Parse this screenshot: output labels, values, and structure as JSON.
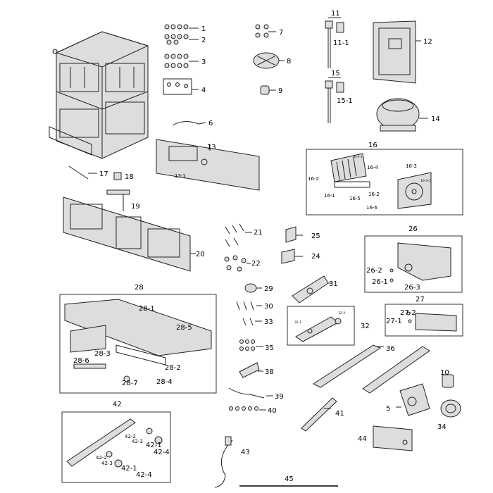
{
  "callouts": {
    "n1": "1",
    "n2": "2",
    "n3": "3",
    "n4": "4",
    "n5": "5",
    "n6": "6",
    "n7": "7",
    "n8": "8",
    "n9": "9",
    "n10": "10",
    "n11": "11",
    "n11_1": "11-1",
    "n12": "12",
    "n13": "13",
    "n13_1": "13-1",
    "n14": "14",
    "n15": "15",
    "n15_1": "15-1",
    "n16": "16",
    "n16_1": "16-1",
    "n16_2a": "16-2",
    "n16_2b": "16-2",
    "n16_3": "16-3",
    "n16_3_1": "16-3-1",
    "n16_4": "16-4",
    "n16_4_1": "16-4-1",
    "n16_5": "16-5",
    "n16_6": "16-6",
    "n17": "17",
    "n18": "18",
    "n19": "19",
    "n20": "20",
    "n21": "21",
    "n22": "22",
    "n24": "24",
    "n25": "25",
    "n26": "26",
    "n26_1": "26-1",
    "n26_2": "26-2",
    "n26_3": "26-3",
    "n27": "27",
    "n27_1": "27-1",
    "n27_2": "27-2",
    "n28": "28",
    "n28_1": "28-1",
    "n28_2": "28-2",
    "n28_3": "28-3",
    "n28_4": "28-4",
    "n28_5": "28-5",
    "n28_6": "28-6",
    "n28_7": "28-7",
    "n29": "29",
    "n30": "30",
    "n31": "31",
    "n32": "32",
    "n32_1": "32-1",
    "n32_2": "32-2",
    "n33": "33",
    "n34": "34",
    "n35": "35",
    "n36": "36",
    "n38": "38",
    "n39": "39",
    "n40": "40",
    "n41": "41",
    "n42": "42",
    "n42_1a": "42-1",
    "n42_1b": "42-1",
    "n42_2a": "42-2",
    "n42_2b": "42-2",
    "n42_3a": "42-3",
    "n42_3b": "42-3",
    "n42_4a": "42-4",
    "n42_4b": "42-4",
    "n43": "43",
    "n44": "44",
    "n45": "45"
  },
  "colors": {
    "ink": "#000000",
    "part_fill": "#dddddd",
    "dark_fill": "#444444"
  }
}
